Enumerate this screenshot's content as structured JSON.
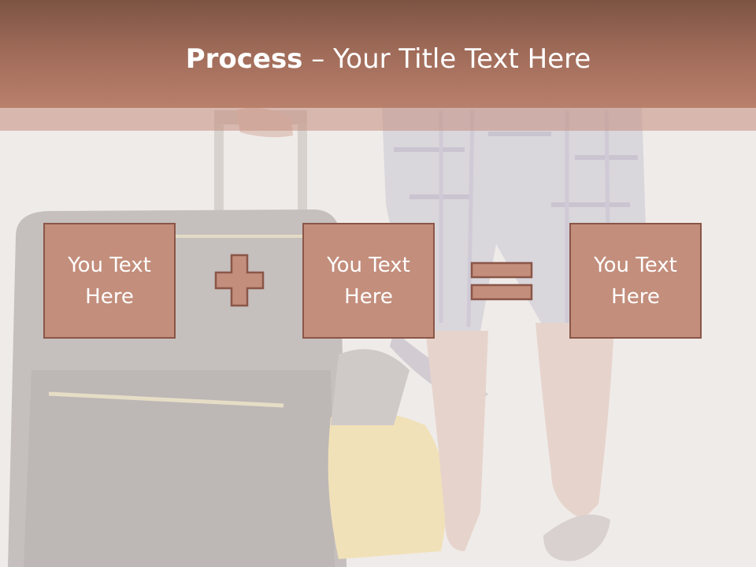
{
  "title": {
    "bold": "Process",
    "rest": " – Your Title Text Here"
  },
  "boxes": [
    {
      "label": "You Text Here"
    },
    {
      "label": "You Text Here"
    },
    {
      "label": "You Text Here"
    }
  ],
  "icons": {
    "plus": "plus-icon",
    "equals": "equals-icon"
  },
  "colors": {
    "header_top": "#7c5443",
    "header_bottom": "#b9806c",
    "box_fill": "#c38e7c",
    "box_border": "#8a5648",
    "text": "#ffffff",
    "background": "#efebe9"
  }
}
